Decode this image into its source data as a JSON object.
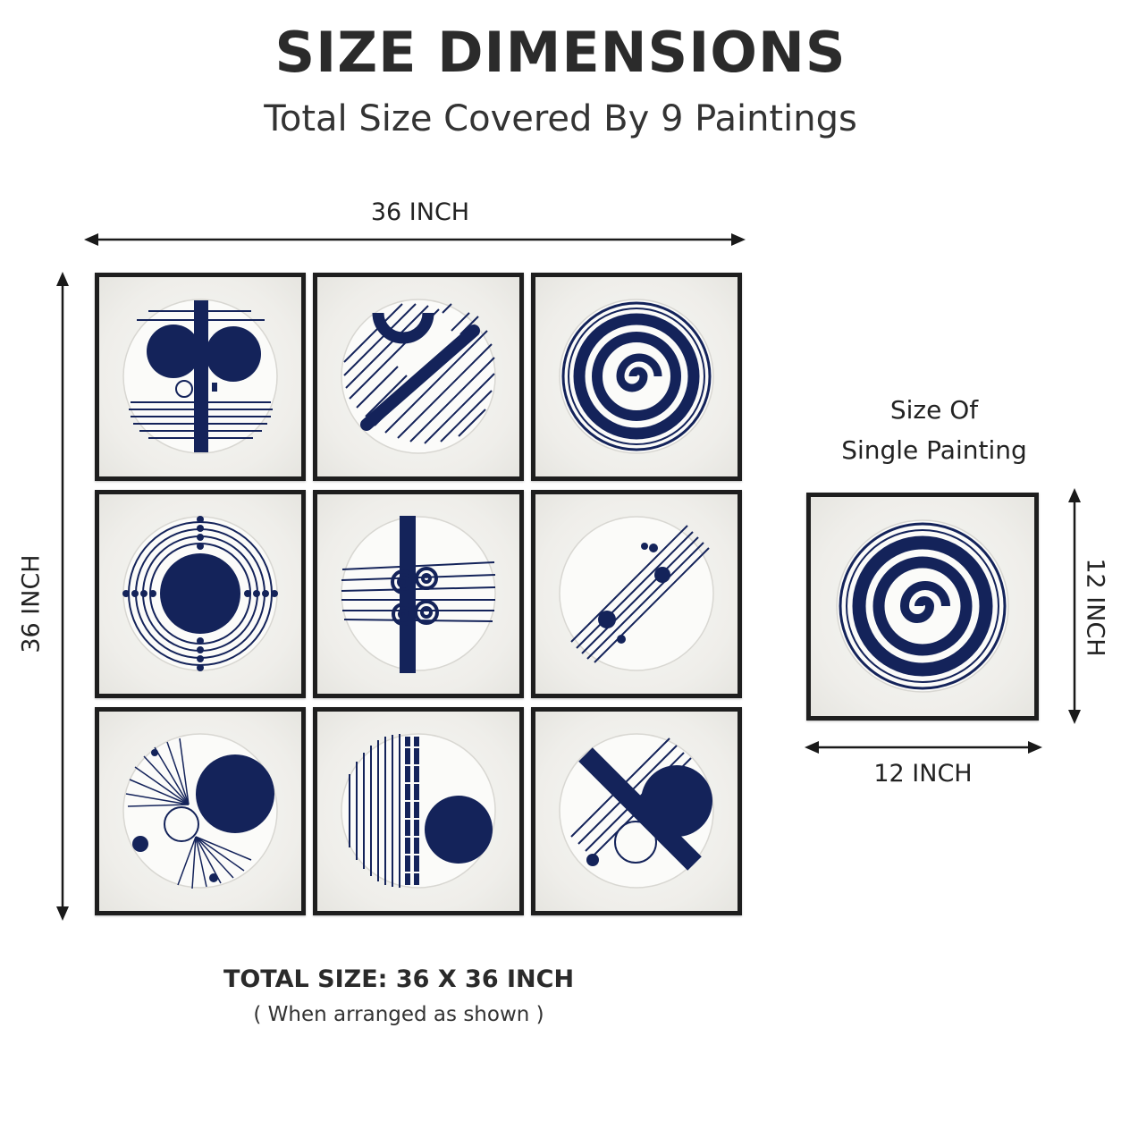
{
  "title": "SIZE DIMENSIONS",
  "subtitle": "Total Size Covered By 9 Paintings",
  "grid": {
    "width_label": "36 INCH",
    "height_label": "36 INCH",
    "total_size": "TOTAL SIZE: 36 X 36 INCH",
    "note": "( When arranged as shown )"
  },
  "single": {
    "caption_line1": "Size Of",
    "caption_line2": "Single Painting",
    "width_label": "12 INCH",
    "height_label": "12 INCH"
  },
  "colors": {
    "ink": "#14235a",
    "frame": "#1e1e1e",
    "arrow": "#1a1a1a"
  }
}
